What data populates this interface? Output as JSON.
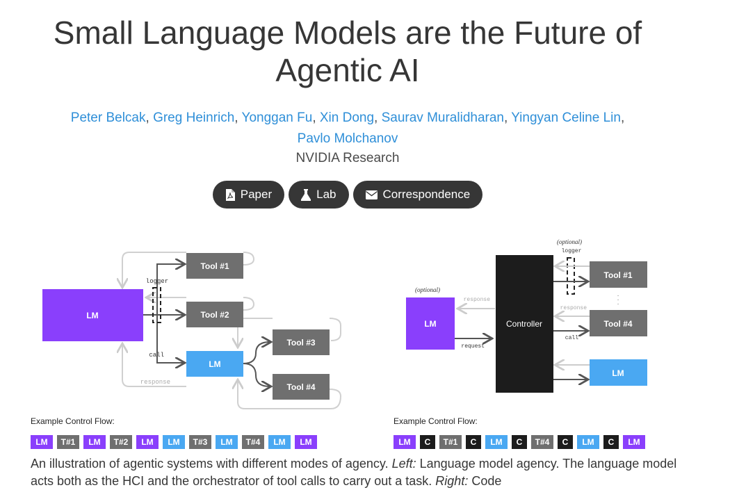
{
  "title": "Small Language Models are the Future of Agentic AI",
  "authors": [
    {
      "name": "Peter Belcak",
      "sep": ", "
    },
    {
      "name": "Greg Heinrich",
      "sep": ", "
    },
    {
      "name": "Yonggan Fu",
      "sep": ", "
    },
    {
      "name": "Xin Dong",
      "sep": ", "
    },
    {
      "name": "Saurav Muralidharan",
      "sep": ", "
    },
    {
      "name": "Yingyan Celine Lin",
      "sep": ","
    },
    {
      "name": "Pavlo Molchanov",
      "sep": ""
    }
  ],
  "affiliation": "NVIDIA Research",
  "buttons": {
    "paper": "Paper",
    "lab": "Lab",
    "correspondence": "Correspondence"
  },
  "left_figure": {
    "lm": "LM",
    "tool1": "Tool #1",
    "tool2": "Tool #2",
    "tool3": "Tool #3",
    "tool4": "Tool #4",
    "lm_small": "LM",
    "logger": "logger",
    "call": "call",
    "response": "response",
    "flow_label": "Example Control Flow:",
    "flow": [
      "LM",
      "T#1",
      "LM",
      "T#2",
      "LM",
      "LM",
      "T#3",
      "LM",
      "T#4",
      "LM",
      "LM"
    ],
    "flow_kinds": [
      "lm",
      "tool",
      "lm",
      "tool",
      "lm",
      "lmb",
      "tool",
      "lmb",
      "tool",
      "lmb",
      "lm"
    ]
  },
  "right_figure": {
    "optional_top": "(optional)",
    "logger": "logger",
    "optional_left": "(optional)",
    "lm": "LM",
    "controller": "Controller",
    "tool1": "Tool #1",
    "tool4": "Tool #4",
    "lm_small": "LM",
    "response_left": "response",
    "request": "request",
    "response_right": "response",
    "call": "call",
    "flow_label": "Example Control Flow:",
    "flow": [
      "LM",
      "C",
      "T#1",
      "C",
      "LM",
      "C",
      "T#4",
      "C",
      "LM",
      "C",
      "LM"
    ],
    "flow_kinds": [
      "lm",
      "c",
      "tool",
      "c",
      "lmb",
      "c",
      "tool",
      "c",
      "lmb",
      "c",
      "lm"
    ]
  },
  "caption": {
    "part1": "An illustration of agentic systems with different modes of agency. ",
    "left_em": "Left:",
    "part2": " Language model agency. The language model acts both as the HCI and the orchestrator of tool calls to carry out a task. ",
    "right_em": "Right:",
    "part3": " Code"
  },
  "colors": {
    "purple": "#8a3ffc",
    "blue": "#4aa8f2",
    "tool_gray": "#6f6f6f",
    "dark": "#1c1c1c",
    "link": "#2f8fd8"
  }
}
